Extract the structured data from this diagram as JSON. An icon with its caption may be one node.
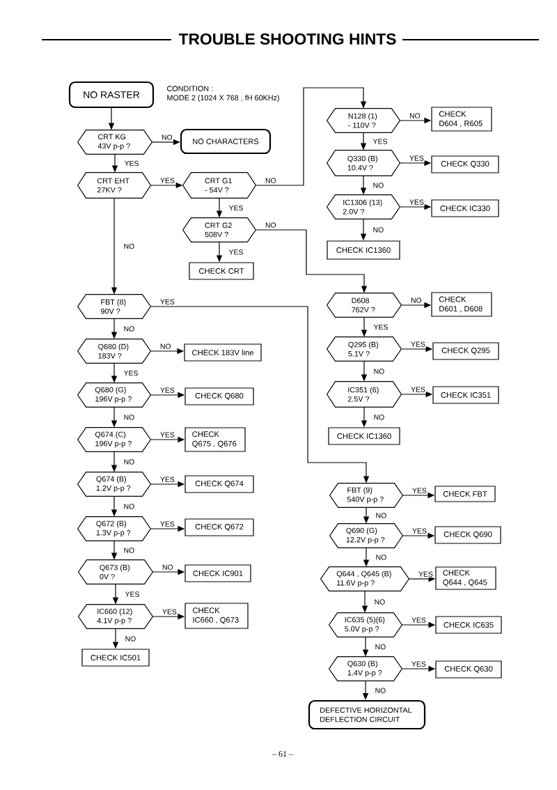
{
  "diagram": {
    "title": "TROUBLE SHOOTING HINTS",
    "nodes": [
      {
        "text": [
          "NO RASTER"
        ],
        "beside": [
          "CONDITION : MODE 2 (1024 X 768 , fH 60KHz)"
        ]
      },
      {
        "text": [
          "CRT KG 43V p-p ?"
        ]
      },
      {
        "text": [
          "NO CHARACTERS"
        ]
      },
      {
        "text": [
          "CRT EHT 27KV ?"
        ]
      },
      {
        "text": [
          "CRT G1 - 54V ?"
        ]
      },
      {
        "text": [
          "CRT G2 508V ?"
        ]
      },
      {
        "text": [
          "CHECK CRT"
        ]
      },
      {
        "text": [
          "N128 (1) - 110V ?"
        ]
      },
      {
        "text": [
          "CHECK D604 , R605"
        ]
      },
      {
        "text": [
          "Q330 (B) 10.4V ?"
        ]
      },
      {
        "text": [
          "CHECK Q330"
        ]
      },
      {
        "text": [
          "IC1306 (13) 2.0V ?"
        ]
      },
      {
        "text": [
          "CHECK IC330"
        ]
      },
      {
        "text": [
          "CHECK IC1360"
        ]
      },
      {
        "text": [
          "D608 762V ?"
        ]
      },
      {
        "text": [
          "CHECK D601 , D608"
        ]
      },
      {
        "text": [
          "Q295 (B) 5.1V ?"
        ]
      },
      {
        "text": [
          "CHECK Q295"
        ]
      },
      {
        "text": [
          "IC351 (6) 2.5V ?"
        ]
      },
      {
        "text": [
          "CHECK IC351"
        ]
      },
      {
        "text": [
          "CHECK IC1360"
        ]
      },
      {
        "text": [
          "FBT (8) 90V ?"
        ]
      },
      {
        "text": [
          "FBT (9) 540V p-p ?"
        ]
      },
      {
        "text": [
          "CHECK FBT"
        ]
      },
      {
        "text": [
          "Q690 (G) 12.2V p-p ?"
        ]
      },
      {
        "text": [
          "CHECK Q690"
        ]
      },
      {
        "text": [
          "Q644 , Q645 (B) 11.6V p-p ?"
        ]
      },
      {
        "text": [
          "CHECK Q644 , Q645"
        ]
      },
      {
        "text": [
          "IC635 (5)(6) 5.0V p-p ?"
        ]
      },
      {
        "text": [
          "CHECK IC635"
        ]
      },
      {
        "text": [
          "Q630 (B) 1.4V p-p ?"
        ]
      },
      {
        "text": [
          "CHECK Q630"
        ]
      },
      {
        "text": [
          "DEFECTIVE HORIZONTAL DEFLECTION CIRCUIT"
        ]
      },
      {
        "text": [
          "Q680 (D) 183V ?"
        ]
      },
      {
        "text": [
          "CHECK 183V line"
        ]
      },
      {
        "text": [
          "Q680 (G) 196V p-p ?"
        ]
      },
      {
        "text": [
          "CHECK Q680"
        ]
      },
      {
        "text": [
          "Q674 (C) 196V p-p ?"
        ]
      },
      {
        "text": [
          "CHECK Q675 , Q676"
        ]
      },
      {
        "text": [
          "Q674 (B) 1.2V p-p ?"
        ]
      },
      {
        "text": [
          "CHECK Q674"
        ]
      },
      {
        "text": [
          "Q672 (B) 1.3V p-p ?"
        ]
      },
      {
        "text": [
          "CHECK Q672"
        ]
      },
      {
        "text": [
          "Q673 (B) 0V ?"
        ]
      },
      {
        "text": [
          "CHECK IC901"
        ]
      },
      {
        "text": [
          "IC660 (12) 4.1V p-p ?"
        ]
      },
      {
        "text": [
          "CHECK IC660 , Q673"
        ]
      },
      {
        "text": [
          "CHECK IC501"
        ]
      }
    ],
    "edges": [
      {
        "from": 0,
        "to": 1,
        "arrow": "to"
      },
      {
        "from": 1,
        "to": 2,
        "arrow": "to",
        "label": "NO"
      },
      {
        "from": 1,
        "to": 3,
        "arrow": "to",
        "label": "YES"
      },
      {
        "from": 3,
        "to": 4,
        "arrow": "to",
        "label": "YES"
      },
      {
        "from": 4,
        "to": 5,
        "arrow": "to",
        "label": "YES"
      },
      {
        "from": 5,
        "to": 6,
        "arrow": "to",
        "label": "YES"
      },
      {
        "from": 4,
        "to": 7,
        "arrow": "to",
        "label": "NO"
      },
      {
        "from": 7,
        "to": 8,
        "arrow": "to",
        "label": "NO"
      },
      {
        "from": 7,
        "to": 9,
        "arrow": "to",
        "label": "YES"
      },
      {
        "from": 9,
        "to": 10,
        "arrow": "to",
        "label": "YES"
      },
      {
        "from": 9,
        "to": 11,
        "arrow": "to",
        "label": "NO"
      },
      {
        "from": 11,
        "to": 12,
        "arrow": "to",
        "label": "YES"
      },
      {
        "from": 11,
        "to": 13,
        "arrow": "to",
        "label": "NO"
      },
      {
        "from": 5,
        "to": 14,
        "arrow": "to",
        "label": "NO"
      },
      {
        "from": 14,
        "to": 15,
        "arrow": "to",
        "label": "NO"
      },
      {
        "from": 14,
        "to": 16,
        "arrow": "to",
        "label": "YES"
      },
      {
        "from": 16,
        "to": 17,
        "arrow": "to",
        "label": "YES"
      },
      {
        "from": 16,
        "to": 18,
        "arrow": "to",
        "label": "NO"
      },
      {
        "from": 18,
        "to": 19,
        "arrow": "to",
        "label": "YES"
      },
      {
        "from": 18,
        "to": 20,
        "arrow": "to",
        "label": "NO"
      },
      {
        "from": 3,
        "to": 21,
        "arrow": "to",
        "label": "NO"
      },
      {
        "from": 21,
        "to": 22,
        "arrow": "to",
        "label": "YES"
      },
      {
        "from": 22,
        "to": 23,
        "arrow": "to",
        "label": "YES"
      },
      {
        "from": 22,
        "to": 24,
        "arrow": "to",
        "label": "NO"
      },
      {
        "from": 24,
        "to": 25,
        "arrow": "to",
        "label": "YES"
      },
      {
        "from": 24,
        "to": 26,
        "arrow": "to",
        "label": "NO"
      },
      {
        "from": 26,
        "to": 27,
        "arrow": "to",
        "label": "YES"
      },
      {
        "from": 26,
        "to": 28,
        "arrow": "to",
        "label": "NO"
      },
      {
        "from": 28,
        "to": 29,
        "arrow": "to",
        "label": "YES"
      },
      {
        "from": 28,
        "to": 30,
        "arrow": "to",
        "label": "NO"
      },
      {
        "from": 30,
        "to": 31,
        "arrow": "to",
        "label": "YES"
      },
      {
        "from": 30,
        "to": 32,
        "arrow": "to",
        "label": "NO"
      },
      {
        "from": 21,
        "to": 33,
        "arrow": "to",
        "label": "NO"
      },
      {
        "from": 33,
        "to": 34,
        "arrow": "to",
        "label": "NO"
      },
      {
        "from": 33,
        "to": 35,
        "arrow": "to",
        "label": "YES"
      },
      {
        "from": 35,
        "to": 36,
        "arrow": "to",
        "label": "YES"
      },
      {
        "from": 35,
        "to": 37,
        "arrow": "to",
        "label": "NO"
      },
      {
        "from": 37,
        "to": 38,
        "arrow": "to",
        "label": "YES"
      },
      {
        "from": 37,
        "to": 39,
        "arrow": "to",
        "label": "NO"
      },
      {
        "from": 39,
        "to": 40,
        "arrow": "to",
        "label": "YES"
      },
      {
        "from": 39,
        "to": 41,
        "arrow": "to",
        "label": "NO"
      },
      {
        "from": 41,
        "to": 42,
        "arrow": "to",
        "label": "YES"
      },
      {
        "from": 41,
        "to": 43,
        "arrow": "to",
        "label": "NO"
      },
      {
        "from": 43,
        "to": 44,
        "arrow": "to",
        "label": "NO"
      },
      {
        "from": 43,
        "to": 45,
        "arrow": "to",
        "label": "YES"
      },
      {
        "from": 45,
        "to": 46,
        "arrow": "to",
        "label": "YES"
      },
      {
        "from": 45,
        "to": 47,
        "arrow": "to",
        "label": "NO"
      }
    ],
    "labels": [
      "– 61 –"
    ]
  }
}
